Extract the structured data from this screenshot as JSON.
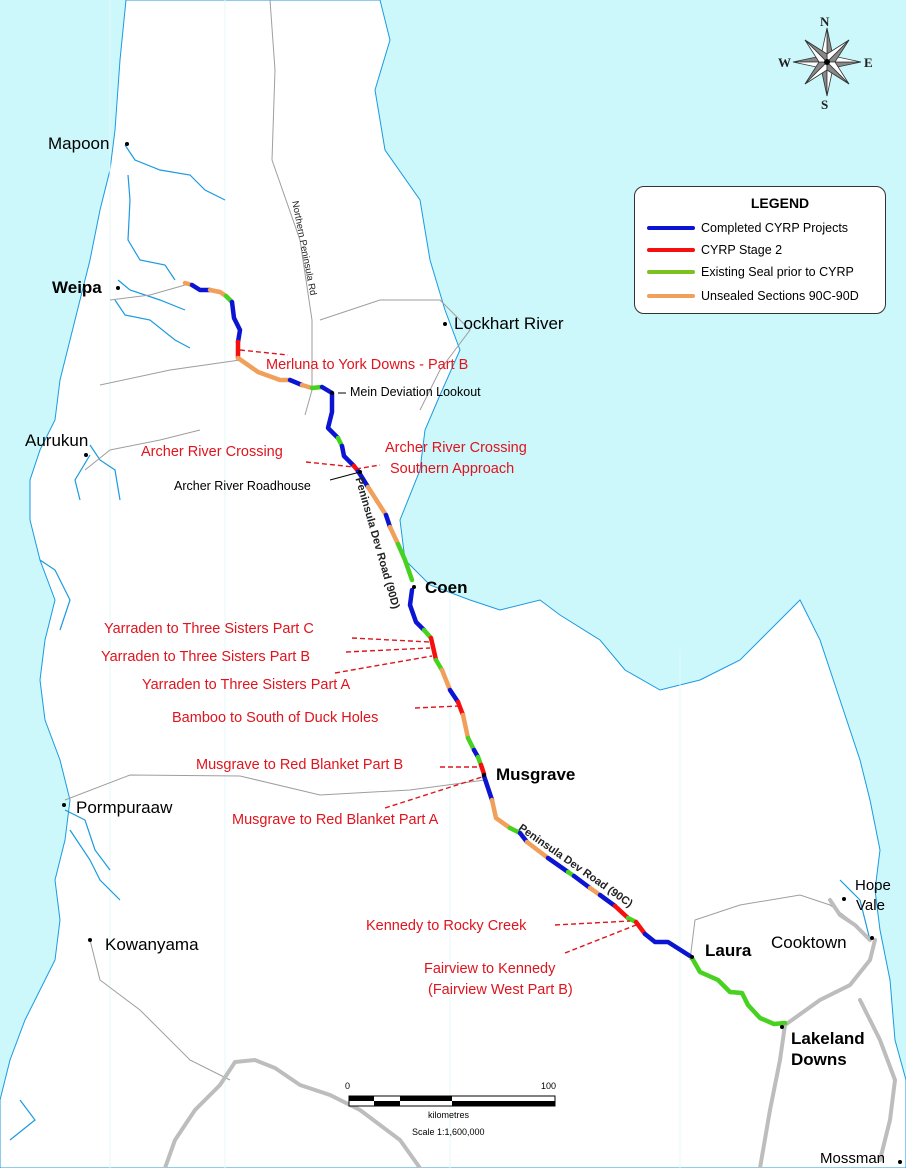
{
  "map": {
    "colors": {
      "sea": "#ccf7fb",
      "land": "#ffffff",
      "rivers": "#1a9ae0",
      "boundary": "#9e9e9e",
      "major_road": "#bdbdbd",
      "completed": "#0a14d2",
      "stage2": "#f50f0f",
      "existing_seal": "#46d21e",
      "unsealed": "#f0a05a",
      "label_red": "#e0141e"
    },
    "compass": {
      "n": "N",
      "s": "S",
      "e": "E",
      "w": "W"
    },
    "legend": {
      "title": "LEGEND",
      "items": [
        {
          "label": "Completed CYRP Projects",
          "color": "#0a14d2"
        },
        {
          "label": "CYRP Stage 2",
          "color": "#f50f0f"
        },
        {
          "label": "Existing Seal prior to CYRP",
          "color": "#7cc021"
        },
        {
          "label": "Unsealed Sections 90C-90D",
          "color": "#f0a05a"
        }
      ]
    },
    "towns": {
      "mapoon": "Mapoon",
      "weipa": "Weipa",
      "lockhart_river": "Lockhart River",
      "aurukun": "Aurukun",
      "coen": "Coen",
      "musgrave": "Musgrave",
      "pormpuraaw": "Pormpuraaw",
      "kowanyama": "Kowanyama",
      "hope_vale_1": "Hope",
      "hope_vale_2": "Vale",
      "cooktown": "Cooktown",
      "laura": "Laura",
      "lakeland_1": "Lakeland",
      "lakeland_2": "Downs",
      "mossman": "Mossman"
    },
    "places": {
      "mein": "Mein Deviation Lookout",
      "archer_roadhouse": "Archer River Roadhouse"
    },
    "roads": {
      "northern": "Northern Peninsula Rd",
      "pdr_90d": "Peninsula Dev Road (90D)",
      "pdr_90c": "Peninsula Dev Road (90C)"
    },
    "projects": {
      "merluna": "Merluna to York Downs - Part B",
      "archer_crossing": "Archer River Crossing",
      "archer_southern_1": "Archer River Crossing",
      "archer_southern_2": "Southern Approach",
      "yarraden_c": "Yarraden to Three Sisters Part C",
      "yarraden_b": "Yarraden to Three Sisters Part B",
      "yarraden_a": "Yarraden to Three Sisters Part A",
      "bamboo": "Bamboo to South of Duck Holes",
      "musgrave_b": "Musgrave to Red Blanket Part B",
      "musgrave_a": "Musgrave to Red Blanket Part A",
      "kennedy": "Kennedy to Rocky Creek",
      "fairview_1": "Fairview to Kennedy",
      "fairview_2": "(Fairview West Part B)"
    },
    "scale": {
      "start": "0",
      "end": "100",
      "unit": "kilometres",
      "ratio": "Scale 1:1,600,000"
    }
  }
}
